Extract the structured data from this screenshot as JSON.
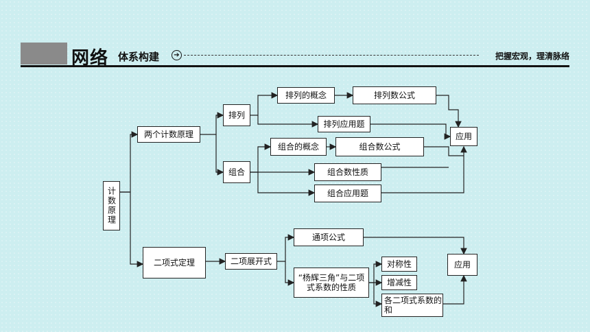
{
  "header": {
    "title_main": "网络",
    "title_sub": "体系构建",
    "title_right": "把握宏观，理清脉络"
  },
  "nodes": {
    "root": "计数原理",
    "two_principles": "两个计数原理",
    "permutation": "排列",
    "combination": "组合",
    "perm_concept": "排列的概念",
    "perm_formula": "排列数公式",
    "perm_app": "排列应用题",
    "comb_concept": "组合的概念",
    "comb_formula": "组合数公式",
    "comb_property": "组合数性质",
    "comb_app": "组合应用题",
    "application_1": "应用",
    "binomial_theorem": "二项式定理",
    "binomial_expansion": "二项展开式",
    "general_term": "通项公式",
    "yanghui": "“杨辉三角”与二项式系数的性质",
    "symmetry": "对称性",
    "increase_decrease": "增减性",
    "coeff_sum": "各二项式系数的和",
    "application_2": "应用"
  }
}
